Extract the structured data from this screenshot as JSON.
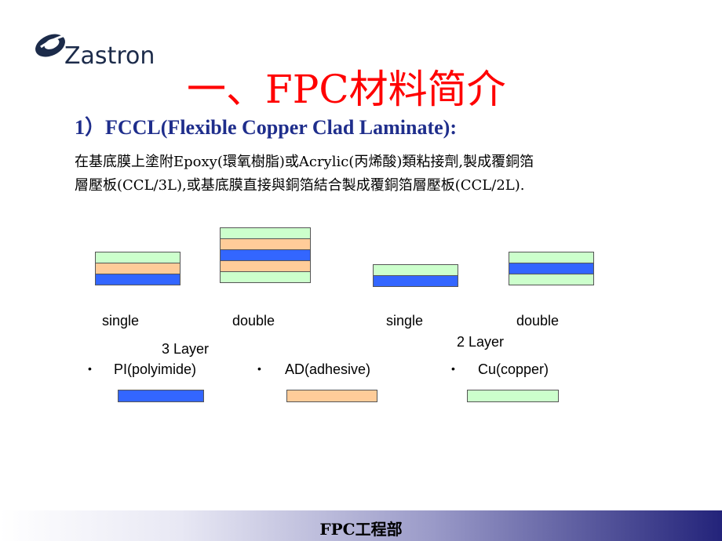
{
  "logo": {
    "text": "Zastron",
    "icon": "zastron-e-swoosh-logo"
  },
  "title": "一、FPC材料简介",
  "subtitle": "1）FCCL(Flexible Copper Clad Laminate):",
  "paragraph": {
    "line1": "在基底膜上塗附Epoxy(環氧樹脂)或Acrylic(丙烯酸)類粘接劑,製成覆銅箔",
    "line2": "層壓板(CCL/3L),或基底膜直接與銅箔結合製成覆銅箔層壓板(CCL/2L)."
  },
  "diagram": {
    "stacks": [
      {
        "label": "single",
        "layers": [
          "Cu",
          "AD",
          "PI"
        ]
      },
      {
        "label": "double",
        "layers": [
          "Cu",
          "AD",
          "PI",
          "AD",
          "Cu"
        ]
      },
      {
        "label": "single",
        "layers": [
          "Cu",
          "PI"
        ]
      },
      {
        "label": "double",
        "layers": [
          "Cu",
          "PI",
          "Cu"
        ]
      }
    ],
    "group_labels": {
      "three_layer": "3 Layer",
      "two_layer": "2 Layer"
    }
  },
  "legend": {
    "bullet": "•",
    "pi": "PI(polyimide)",
    "ad": "AD(adhesive)",
    "cu": "Cu(copper)"
  },
  "colors": {
    "pi": "#3366ff",
    "ad": "#ffcc99",
    "cu": "#ccffcc",
    "title": "#ff0000",
    "subtitle": "#1f2e8c"
  },
  "footer": {
    "text": "FPC工程部"
  }
}
